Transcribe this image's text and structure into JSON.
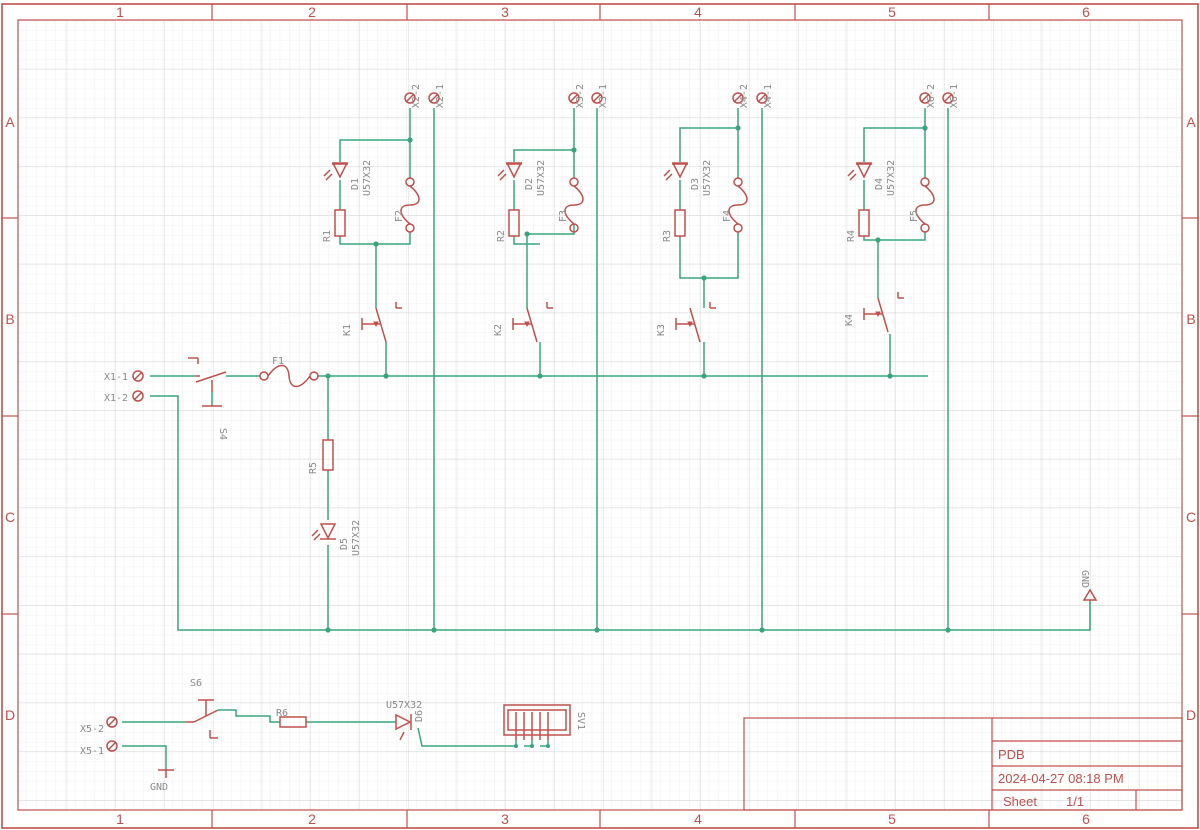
{
  "sheet": {
    "zones_x": [
      "1",
      "2",
      "3",
      "4",
      "5",
      "6"
    ],
    "zones_y": [
      "A",
      "B",
      "C",
      "D"
    ]
  },
  "title_block": {
    "name": "PDB",
    "date": "2024-04-27 08:18 PM",
    "sheet_label": "Sheet",
    "sheet_value": "1/1"
  },
  "components": {
    "x1_1": "X1-1",
    "x1_2": "X1-2",
    "s4": "S4",
    "f1": "F1",
    "r5": "R5",
    "d5": "D5",
    "d5_value": "U57X32",
    "gnd_main": "GND",
    "channels": [
      {
        "conn_a": "X2-2",
        "conn_b": "X2-1",
        "led": "D1",
        "led_value": "U57X32",
        "res": "R1",
        "fuse": "F2",
        "sw": "K1"
      },
      {
        "conn_a": "X3-2",
        "conn_b": "X3-1",
        "led": "D2",
        "led_value": "U57X32",
        "res": "R2",
        "fuse": "F3",
        "sw": "K2"
      },
      {
        "conn_a": "X4-2",
        "conn_b": "X4-1",
        "led": "D3",
        "led_value": "U57X32",
        "res": "R3",
        "fuse": "F4",
        "sw": "K3"
      },
      {
        "conn_a": "X6-2",
        "conn_b": "X6-1",
        "led": "D4",
        "led_value": "U57X32",
        "res": "R4",
        "fuse": "F5",
        "sw": "K4"
      }
    ],
    "x5_2": "X5-2",
    "x5_1": "X5-1",
    "s6": "S6",
    "r6": "R6",
    "d6": "D6",
    "d6_value": "U57X32",
    "sv1": "SV1",
    "gnd_aux": "GND"
  }
}
